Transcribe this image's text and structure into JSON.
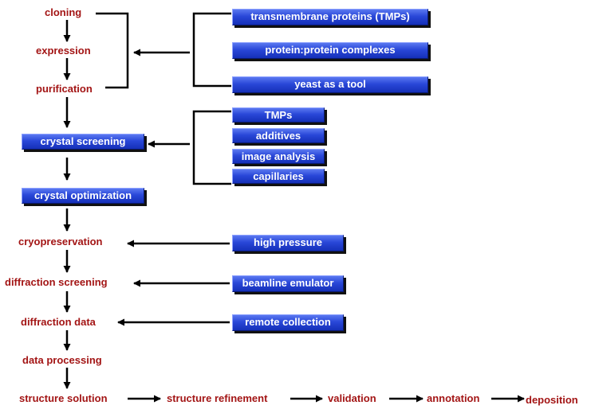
{
  "pipeline": {
    "cloning": "cloning",
    "expression": "expression",
    "purification": "purification",
    "crystal_screening": "crystal screening",
    "crystal_optimization": "crystal optimization",
    "cryopreservation": "cryopreservation",
    "diffraction_screening": "diffraction screening",
    "diffraction_data": "diffraction data",
    "data_processing": "data processing",
    "structure_solution": "structure solution",
    "structure_refinement": "structure refinement",
    "validation": "validation",
    "annotation": "annotation",
    "deposition": "deposition"
  },
  "inputs": {
    "tmps_full": "transmembrane proteins (TMPs)",
    "complexes": "protein:protein complexes",
    "yeast": "yeast as a tool",
    "tmps": "TMPs",
    "additives": "additives",
    "image_analysis": "image analysis",
    "capillaries": "capillaries",
    "high_pressure": "high pressure",
    "beamline_emulator": "beamline emulator",
    "remote_collection": "remote collection"
  },
  "colors": {
    "stage_text": "#a31515",
    "button_blue": "#2947d8",
    "arrow": "#000000"
  }
}
